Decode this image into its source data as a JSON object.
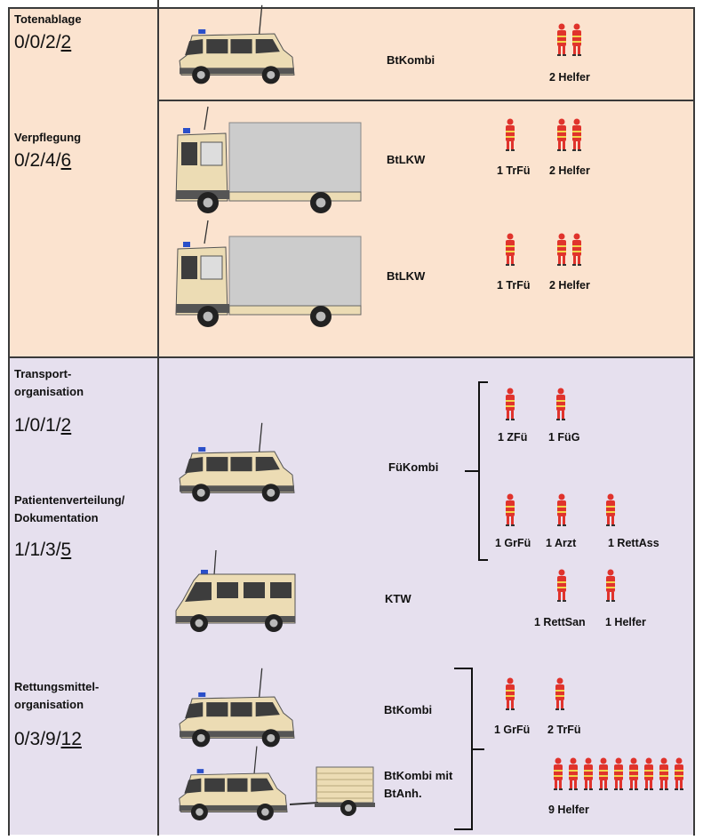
{
  "sections": [
    {
      "label": "Totenablage",
      "code_main": "0/0/2/",
      "code_total": "2"
    },
    {
      "label": "Verpflegung",
      "code_main": "0/2/4/",
      "code_total": "6"
    },
    {
      "label_line1": "Transport-",
      "label_line2": "organisation",
      "code_main": "1/0/1/",
      "code_total": "2"
    },
    {
      "label_line1": "Patientenverteilung/",
      "label_line2": "Dokumentation",
      "code_main": "1/1/3/",
      "code_total": "5"
    },
    {
      "label_line1": "Rettungsmittel-",
      "label_line2": "organisation",
      "code_main": "0/3/9/",
      "code_total": "12"
    }
  ],
  "vehicles": {
    "btkombi_1": "BtKombi",
    "btlkw_1": "BtLKW",
    "btlkw_2": "BtLKW",
    "fuekombi": "FüKombi",
    "ktw": "KTW",
    "btkombi_2": "BtKombi",
    "btkombi_anh_line1": "BtKombi mit",
    "btkombi_anh_line2": "BtAnh."
  },
  "personnel": {
    "p1": "2 Helfer",
    "p2a": "1 TrFü",
    "p2b": "2 Helfer",
    "p3a": "1 TrFü",
    "p3b": "2 Helfer",
    "p4a": "1 ZFü",
    "p4b": "1 FüG",
    "p5a": "1 GrFü",
    "p5b": "1 Arzt",
    "p5c": "1 RettAss",
    "p6a": "1 RettSan",
    "p6b": "1 Helfer",
    "p7a": "1 GrFü",
    "p7b": "2 TrFü",
    "p8": "9 Helfer"
  },
  "colors": {
    "orange_section": "#fbe3cf",
    "purple_section": "#e6e0ee",
    "vehicle_body": "#ecdcb4",
    "figure_red": "#e0332c"
  }
}
